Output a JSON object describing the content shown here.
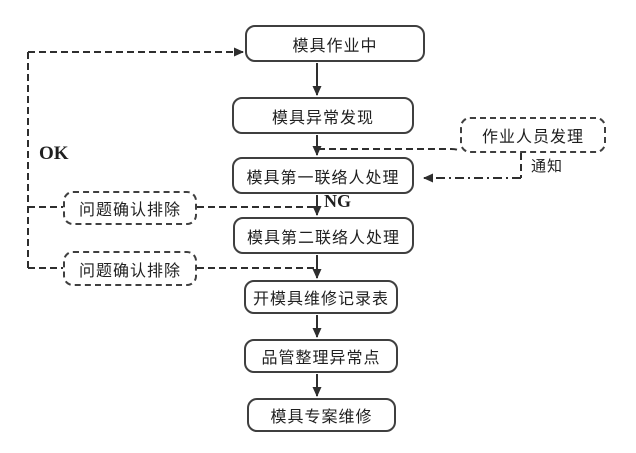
{
  "diagram": {
    "nodes": {
      "in_operation": {
        "label": "模具作业中"
      },
      "abnormality_found": {
        "label": "模具异常发现"
      },
      "first_contact": {
        "label": "模具第一联络人处理"
      },
      "second_contact": {
        "label": "模具第二联络人处理"
      },
      "open_repair_record": {
        "label": "开模具维修记录表"
      },
      "qc_abnormal_points": {
        "label": "品管整理异常点"
      },
      "special_repair": {
        "label": "模具专案维修"
      },
      "operator_handling": {
        "label": "作业人员发理"
      },
      "problem_resolved_1": {
        "label": "问题确认排除"
      },
      "problem_resolved_2": {
        "label": "问题确认排除"
      }
    },
    "edge_labels": {
      "ok": "OK",
      "ng": "NG",
      "notify": "通知"
    },
    "colors": {
      "line": "#2e2e2e",
      "border": "#3f3f3f",
      "background": "#ffffff",
      "text": "#1f1f1f"
    }
  }
}
